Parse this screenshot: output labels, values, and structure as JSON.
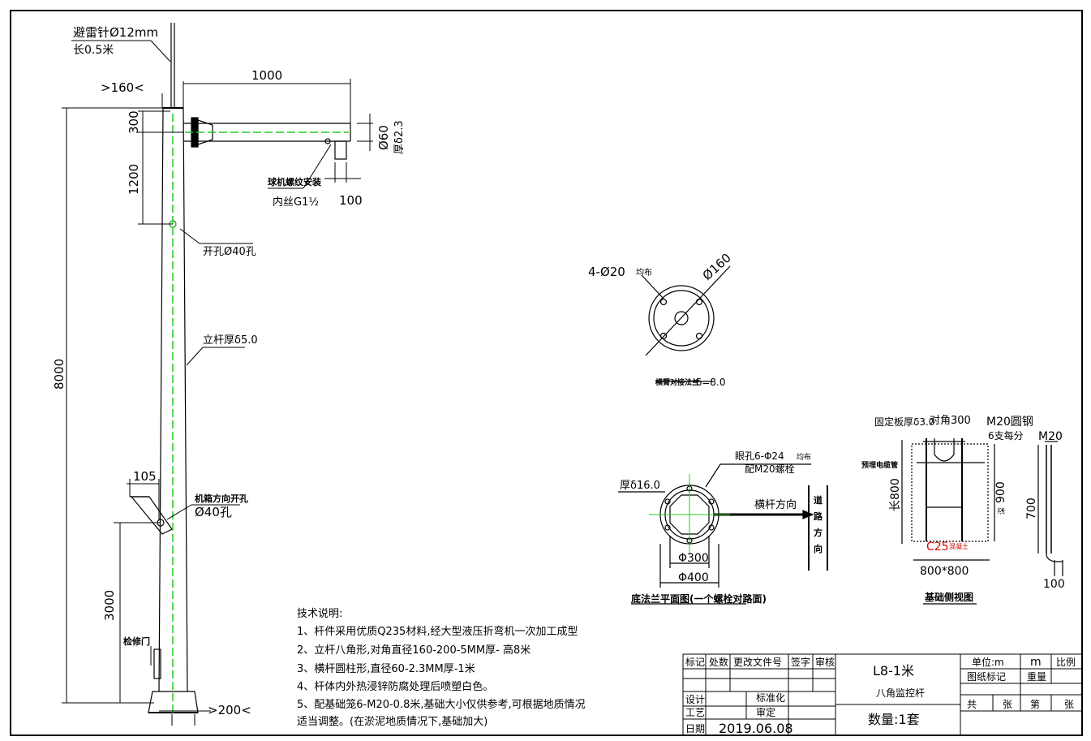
{
  "pole": {
    "lightning_rod": "避雷针Ø12mm",
    "lightning_rod_len": "长0.5米",
    "top_width": ">160<",
    "arm_length": "1000",
    "dim_300": "300",
    "dim_1200": "1200",
    "arm_dia": "Ø60",
    "arm_thk": "厚δ2.3",
    "camera_mount": "球机螺纹安装",
    "thread": "内丝G1½",
    "dim_100": "100",
    "hole40": "开孔Ø40孔",
    "wall_thk": "立杆厚δ5.0",
    "height_8000": "8000",
    "bracket_105": "105",
    "cabinet_hole_title": "机箱方向开孔",
    "cabinet_hole_size": "Ø40孔",
    "height_3000": "3000",
    "door": "检修门",
    "base_width": ">200<"
  },
  "flange_small": {
    "holes": "4-Ø20",
    "holes_note": "均布",
    "dia": "Ø160",
    "caption": "横臂对接法兰",
    "caption_thk": "δ=8.0"
  },
  "base_flange": {
    "thickness": "厚δ16.0",
    "holes": "眼孔6-Φ24",
    "holes_note": "均布",
    "bolts": "配M20螺栓",
    "arm_dir": "横杆方向",
    "road_dir": [
      "道",
      "路",
      "方",
      "向"
    ],
    "d300": "Φ300",
    "d400": "Φ400",
    "caption": "底法兰平面图(一个螺栓对路面)"
  },
  "foundation": {
    "plate": "固定板厚δ3.0",
    "diag": "对角300",
    "bolt": "M20圆钢",
    "bolt_count": "6支每分",
    "pipe": "预埋电缆管",
    "h800": "长800",
    "h900": "900",
    "h900_note": "深",
    "concrete": "C25",
    "concrete_note": "混凝土",
    "size": "800*800",
    "caption": "基础侧视图",
    "bolt_label": "M20",
    "bolt_len": "700",
    "bolt_hook": "100"
  },
  "notes": {
    "title": "技术说明:",
    "lines": [
      "1、杆件采用优质Q235材料,经大型液压折弯机一次加工成型",
      "2、立杆八角形,对角直径160-200-5MM厚- 高8米",
      "3、横杆圆柱形,直径60-2.3MM厚-1米",
      "4、杆体内外热浸锌防腐处理后喷塑白色。",
      "5、配基础笼6-M20-0.8米,基础大小仅供参考,可根据地质情况",
      "适当调整。(在淤泥地质情况下,基础加大)"
    ]
  },
  "title_block": {
    "headers": [
      "标记",
      "处数",
      "更改文件号",
      "签字",
      "审核"
    ],
    "design": "设计",
    "craft": "工艺",
    "date_label": "日期",
    "date": "2019.06.08",
    "standard": "标准化",
    "review": "审定",
    "model": "L8-1米",
    "name": "八角监控杆",
    "qty": "数量:1套",
    "unit_label": "单位:m",
    "unit_value": "m",
    "scale": "比例",
    "drawing_mark": "图纸标记",
    "weight": "重量",
    "total": "共",
    "sheet": "张",
    "no": "第",
    "sheet2": "张"
  }
}
